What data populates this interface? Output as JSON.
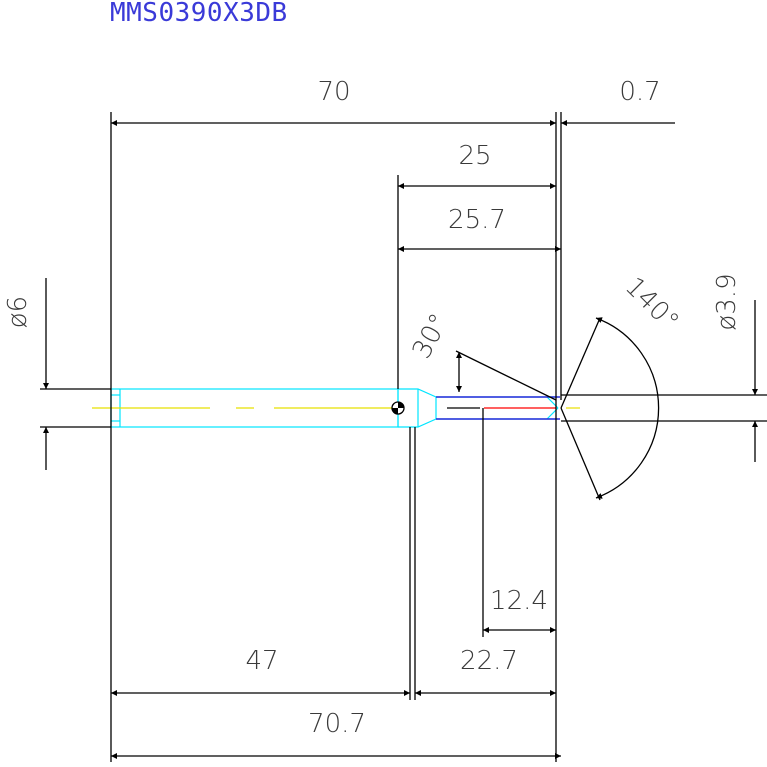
{
  "title": "MMS0390X3DB",
  "dimensions": {
    "d70": "70",
    "d07": "0.7",
    "d25": "25",
    "d257": "25.7",
    "phi6": "ø6",
    "phi39": "ø3.9",
    "ang30": "30°",
    "ang140": "140°",
    "d124": "12.4",
    "d47": "47",
    "d227": "22.7",
    "d707": "70.7"
  }
}
